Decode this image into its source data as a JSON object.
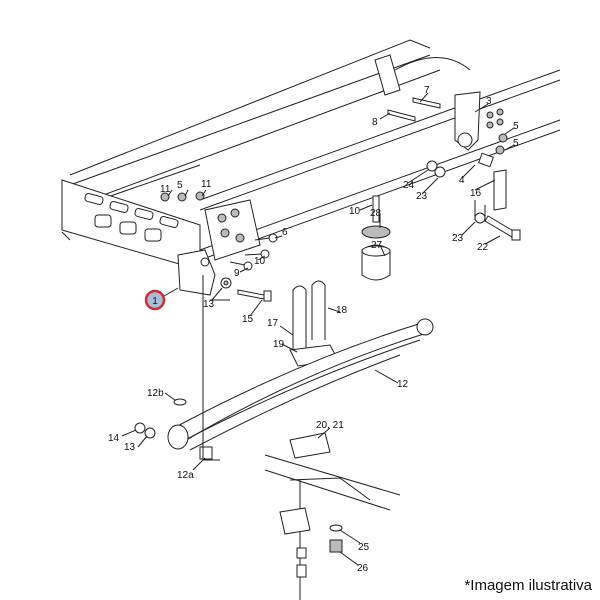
{
  "diagram": {
    "callout": "1",
    "labels": [
      "11",
      "5",
      "11",
      "6",
      "10",
      "9",
      "13",
      "15",
      "17",
      "18",
      "19",
      "12",
      "12b",
      "14",
      "13",
      "12a",
      "20, 21",
      "25",
      "26",
      "7",
      "8",
      "3",
      "5",
      "5",
      "4",
      "16",
      "24",
      "23",
      "10",
      "28",
      "27",
      "23",
      "22"
    ],
    "callout_color": "#cc2a36"
  },
  "footer": "*Imagem ilustrativa"
}
